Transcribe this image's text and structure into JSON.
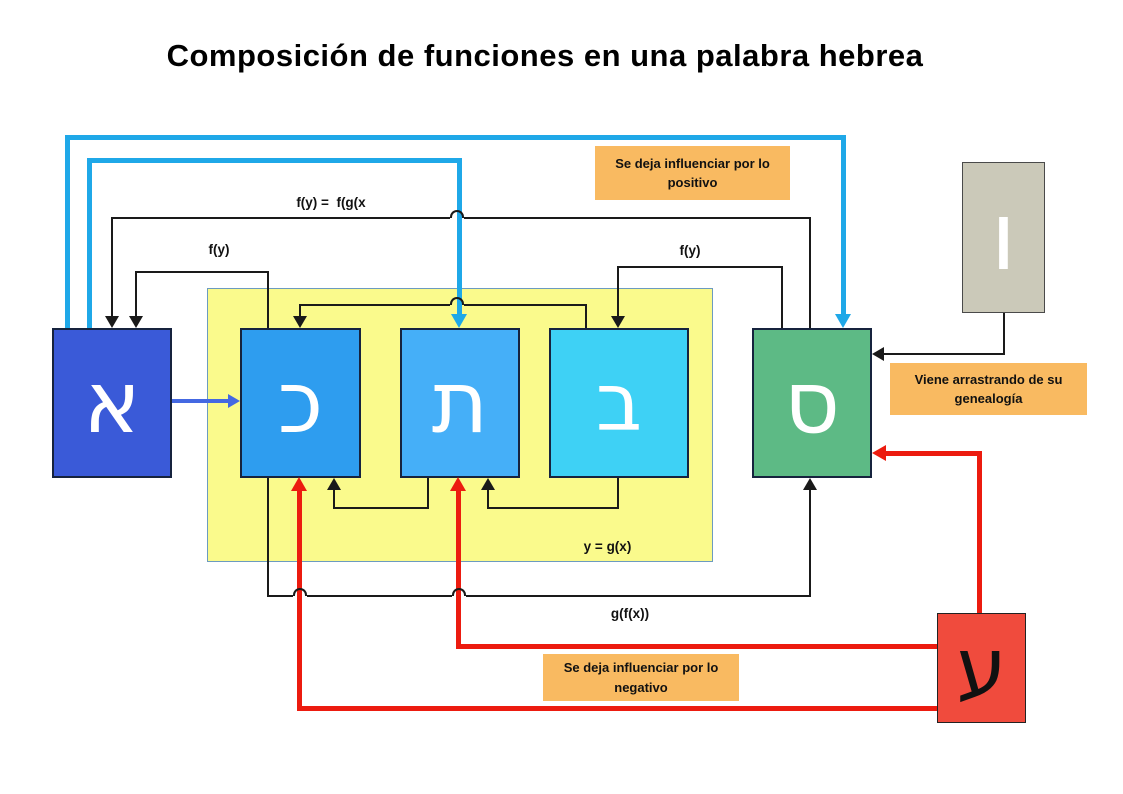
{
  "title": "Composición de funciones en una palabra hebrea",
  "boxes": {
    "aleph": {
      "letter": "א",
      "color": "#3a5ad8"
    },
    "kaf": {
      "letter": "כ",
      "color": "#2e9def"
    },
    "tav": {
      "letter": "ת",
      "color": "#45aff8"
    },
    "bet": {
      "letter": "ב",
      "color": "#3ed1f5"
    },
    "samekh": {
      "letter": "ס",
      "color": "#5dba85"
    },
    "vav": {
      "letter": "ו",
      "color": "#cbc9b9"
    },
    "ayin": {
      "letter": "ע",
      "color": "#f04b3d"
    }
  },
  "container": {
    "fill": "#fafa8c",
    "label": "y = g(x)"
  },
  "annotations": {
    "fy_fgx": "f(y) =  f(g(x",
    "fy_left": "f(y)",
    "fy_right": "f(y)",
    "ygx": "y = g(x)",
    "gfx": "g(f(x))"
  },
  "callouts": {
    "bg": "#f9ba61",
    "positive": "Se deja influenciar por lo positivo",
    "genealogy": "Viene arrastrando de su genealogía",
    "negative": "Se deja influenciar por lo negativo"
  },
  "colors": {
    "positive_flow": "#1fa8e8",
    "negative_flow": "#ec1b0f",
    "sequence_arrow": "#4468e2",
    "black_line": "#1a1a1a"
  }
}
